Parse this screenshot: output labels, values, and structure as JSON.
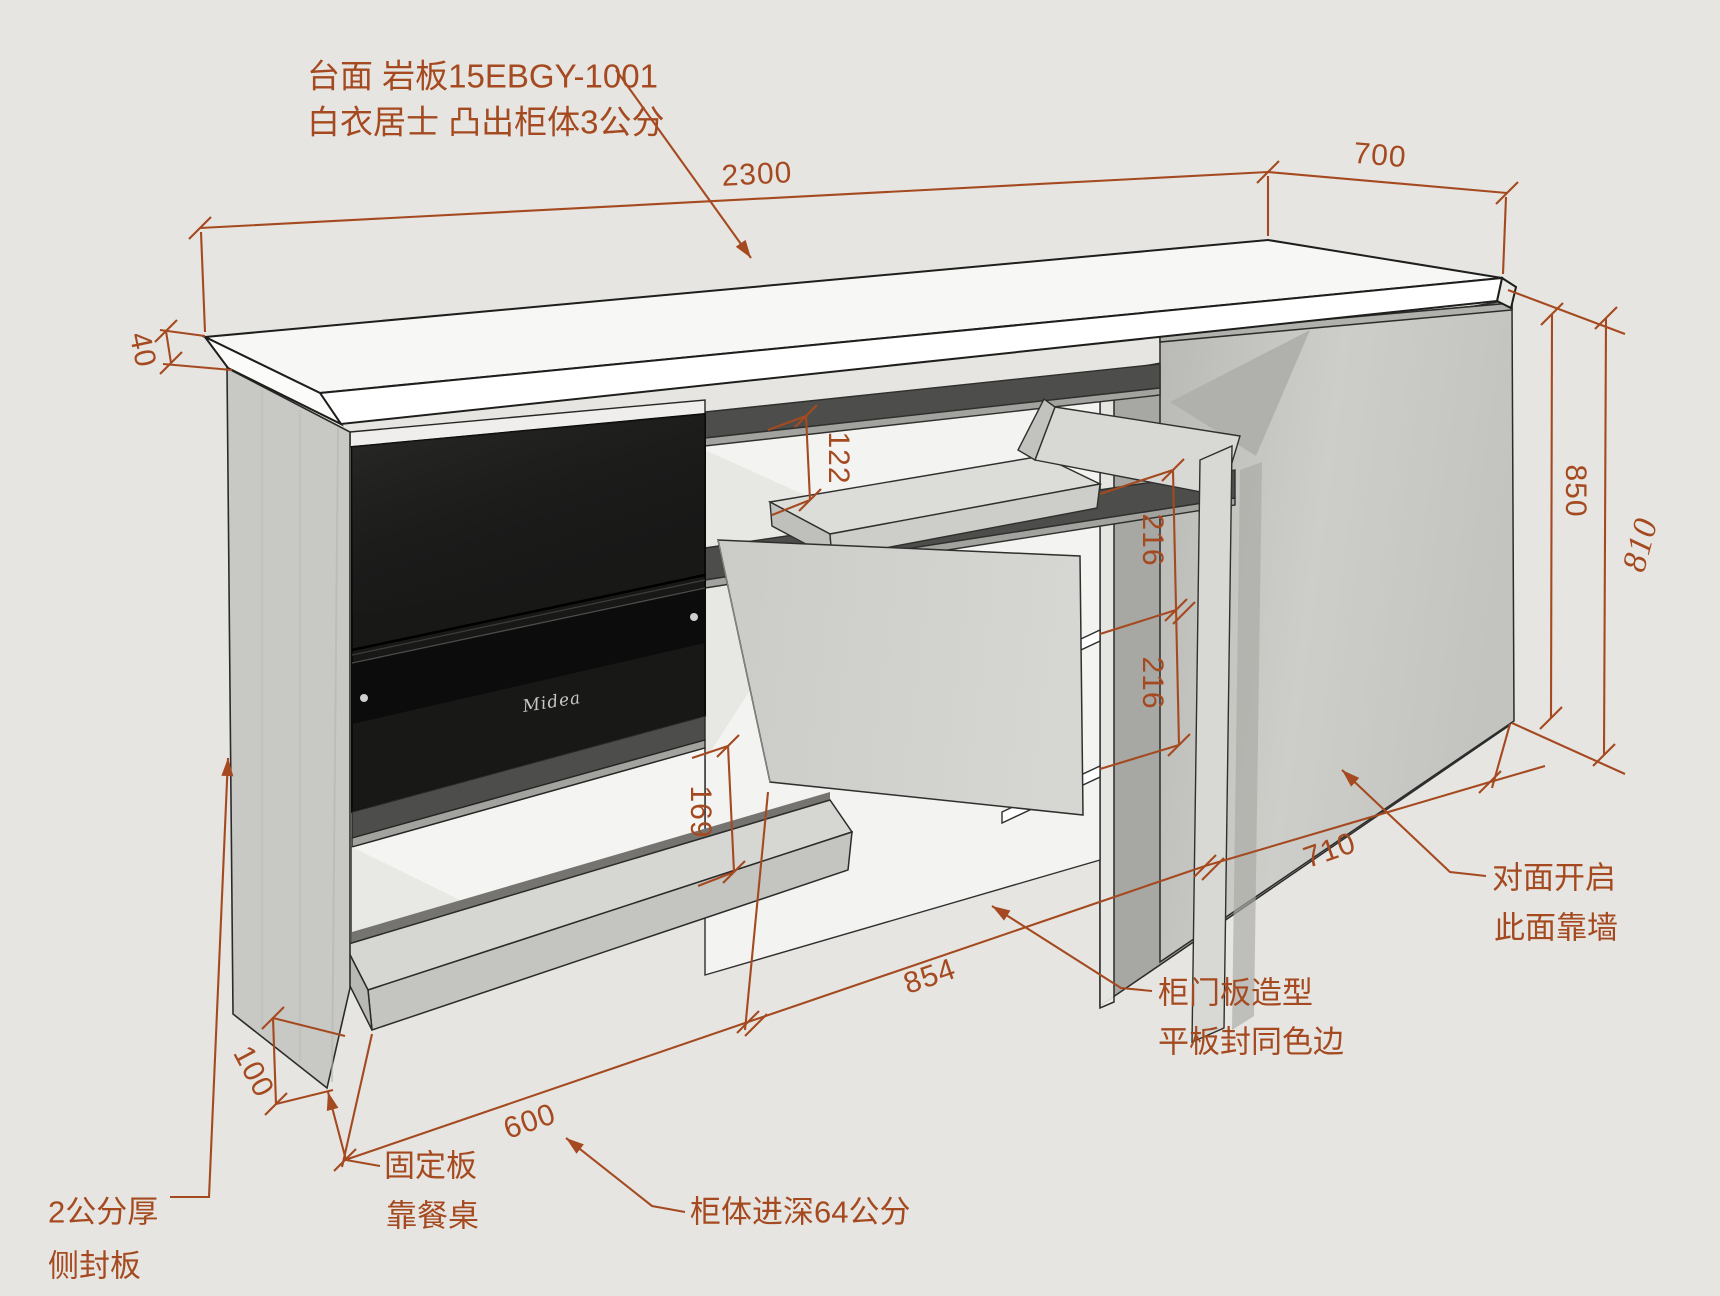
{
  "scene": {
    "background": "#e6e5e1",
    "accent_color": "#a54a20",
    "outline_color": "#2b2b2b",
    "description": "3D dimensioned drawing of a sideboard cabinet with countertop, built-in Midea oven, open doors and shelves"
  },
  "title_note": {
    "line1": "台面 岩板15EBGY-1001",
    "line2": "白衣居士 凸出柜体3公分"
  },
  "notes": {
    "side_panel": {
      "line1": "2公分厚",
      "line2": "侧封板"
    },
    "fixed_board": {
      "line1": "固定板",
      "line2": "靠餐桌"
    },
    "cabinet_depth": {
      "text": "柜体进深64公分"
    },
    "door_panel": {
      "line1": "柜门板造型",
      "line2": "平板封同色边"
    },
    "wall_side": {
      "line1": "对面开启",
      "line2": "此面靠墙"
    }
  },
  "dimensions": {
    "countertop_length": "2300",
    "countertop_depth": "700",
    "countertop_thickness": "40",
    "height_to_counter_bottom": "850",
    "cabinet_height": "810",
    "top_gap": "122",
    "shelf_spacing_upper": "216",
    "shelf_spacing_lower": "216",
    "bottom_opening": "169",
    "right_depth": "710",
    "middle_width": "854",
    "left_depth": "600",
    "plinth_height": "100"
  },
  "appliance": {
    "brand": "Midea"
  }
}
